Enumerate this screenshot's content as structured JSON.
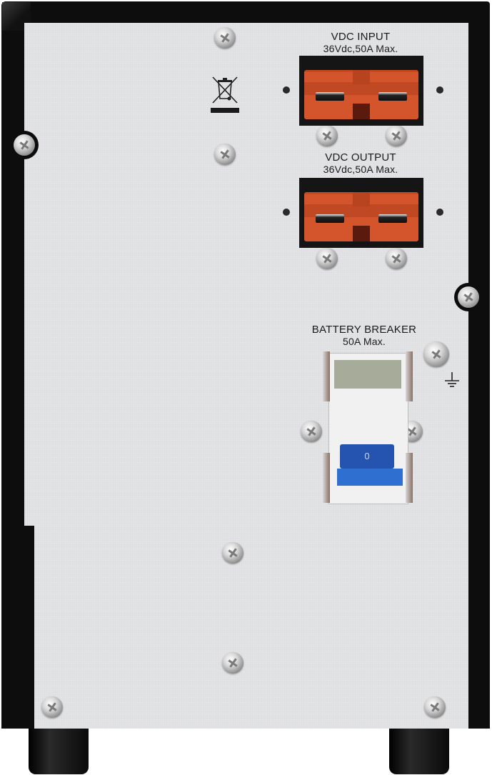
{
  "image": {
    "subject": "UPS external battery pack rear panel",
    "colors": {
      "chassis": "#0d0d0d",
      "panel": "#e3e4e6",
      "connector": "#d4542b",
      "breaker_toggle": "#2453b0"
    }
  },
  "input_port": {
    "title": "VDC INPUT",
    "rating": "36Vdc,50A Max.",
    "icon": "anderson-connector-icon"
  },
  "output_port": {
    "title": "VDC OUTPUT",
    "rating": "36Vdc,50A Max.",
    "icon": "anderson-connector-icon"
  },
  "breaker": {
    "title": "BATTERY BREAKER",
    "rating": "50A Max.",
    "toggle_mark": "0"
  },
  "symbols": {
    "weee": "weee-crossed-bin-icon",
    "ground": "ground-icon"
  }
}
